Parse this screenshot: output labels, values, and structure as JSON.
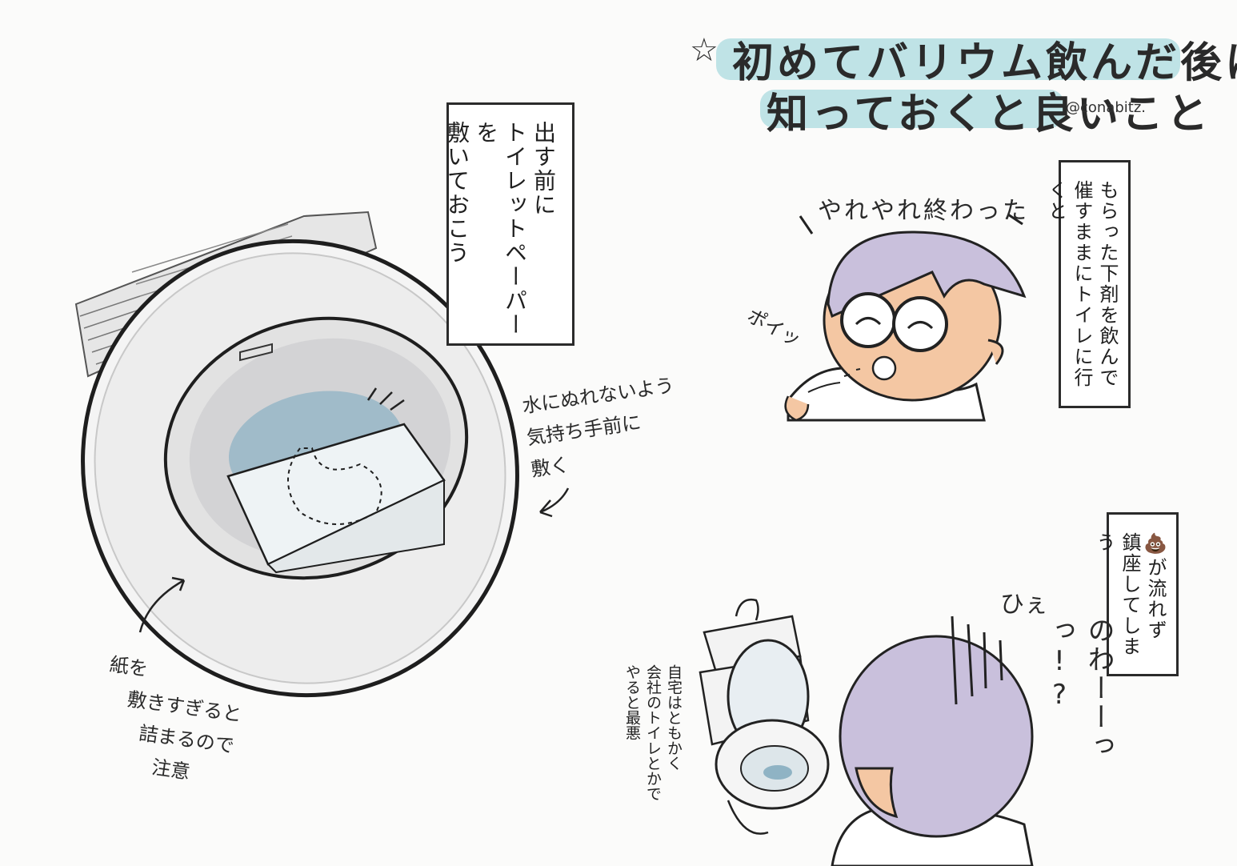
{
  "title": {
    "star": "☆",
    "line1": "初めてバリウム飲んだ後に",
    "line2": "知っておくと良いこと",
    "credit": "@conabitz."
  },
  "panel_left": {
    "box_lines": [
      "出す前に",
      "トイレットペーパーを",
      "敷いておこう"
    ],
    "note_top": [
      "水にぬれないよう",
      "気持ち手前に",
      "敷く"
    ],
    "note_bottom": [
      "紙を",
      "敷きすぎると",
      "詰まるので",
      "注意"
    ]
  },
  "panel_top_right": {
    "box_lines": [
      "もらった下剤を飲んで",
      "催すままにトイレに行くと"
    ],
    "speech": "やれやれ終わった",
    "sfx": "ポイッ"
  },
  "panel_bottom_right": {
    "box_lines": [
      "💩が流れず",
      "鎮座してしまう"
    ],
    "shout": "のわーーっっ!?",
    "sfx": "ひぇ",
    "note_lines": [
      "自宅はともかく",
      "会社のトイレとかで",
      "やると最悪"
    ]
  },
  "colors": {
    "highlight": "#bfe3e6",
    "hair": "#c9c0dc",
    "skin": "#f4c7a3",
    "water": "#8fb3c4",
    "outline": "#2b2b2b"
  }
}
